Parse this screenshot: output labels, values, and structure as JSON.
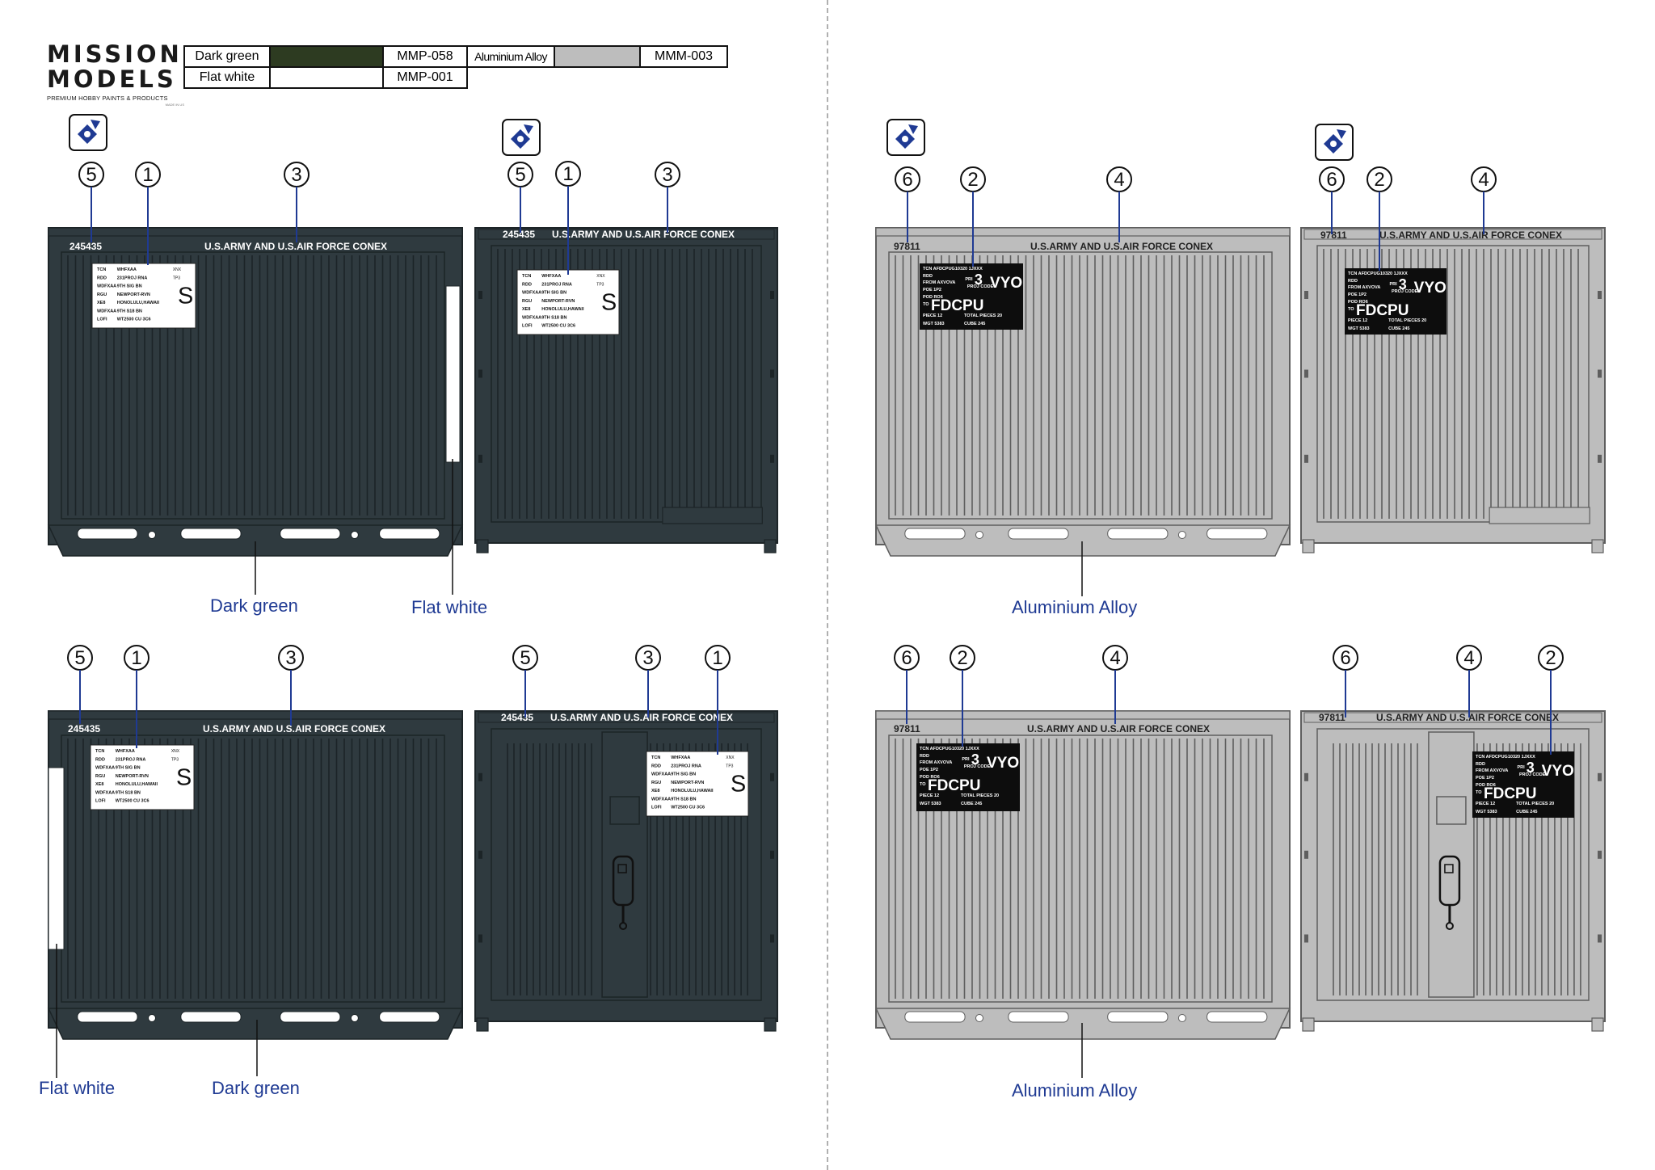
{
  "brand": {
    "line1": "MISSION",
    "line2": "MODELS",
    "tagline": "PREMIUM HOBBY PAINTS & PRODUCTS",
    "small": "MADE IN US"
  },
  "paints": [
    {
      "name": "Dark green",
      "code": "MMP-058",
      "color": "#2d3b21"
    },
    {
      "name": "Flat white",
      "code": "MMP-001",
      "color": "#ffffff"
    },
    {
      "name": "Aluminium Alloy",
      "code": "MMM-003",
      "color": "#bdbdbd"
    }
  ],
  "colors": {
    "container_dark": "#2f3a3f",
    "container_dark_line": "#1c2427",
    "container_alu": "#bdbdbd",
    "container_alu_line": "#5e5e5e",
    "callout": "#1f3a93"
  },
  "icon": "mission-models-diamond-icon",
  "container_text": {
    "title": "U.S.ARMY AND U.S.AIR FORCE CONEX",
    "serial_green": "245435",
    "serial_alu": "97811"
  },
  "white_placard": {
    "lines": [
      [
        "TCN",
        "WHFXAA",
        "XNX"
      ],
      [
        "RDD",
        "231PROJ RNA",
        "TP3"
      ],
      [
        "WDFXAA",
        "9TH SIG BN",
        ""
      ],
      [
        "RGU",
        "NEWPORT-RVN",
        ""
      ],
      [
        "XE8",
        "HONOLULU,HAWAII",
        ""
      ],
      [
        "WDFXAA",
        "9TH S18 BN",
        ""
      ],
      [
        "LOFI",
        "WT2500 CU 3C6",
        ""
      ]
    ],
    "big_letter": "S"
  },
  "black_placard": {
    "tcn": "TCN  AFDCPUG10320 1JXXX",
    "rdd": "RDD",
    "from": "FROM AXVOVA",
    "pri": "PRI",
    "big_number": "3",
    "proj": "PROJ CODE",
    "code": "VYO",
    "poe": "POE  1P2",
    "pod": "POD  RO6",
    "to": "TO",
    "fdcpu": "FDCPU",
    "piece": "PIECE 12",
    "total": "TOTAL PIECES 20",
    "wgt": "WGT  5383",
    "cube": "CUBE  245"
  },
  "callout_numbers": [
    "5",
    "1",
    "3",
    "5",
    "1",
    "3",
    "6",
    "2",
    "4",
    "6",
    "2",
    "4",
    "5",
    "1",
    "3",
    "5",
    "3",
    "1",
    "6",
    "2",
    "4",
    "6",
    "4",
    "2"
  ],
  "labels": {
    "dark_green_1": "Dark green",
    "flat_white_1": "Flat white",
    "aluminium_1": "Aluminium Alloy",
    "flat_white_2": "Flat white",
    "dark_green_2": "Dark green",
    "aluminium_2": "Aluminium Alloy"
  }
}
